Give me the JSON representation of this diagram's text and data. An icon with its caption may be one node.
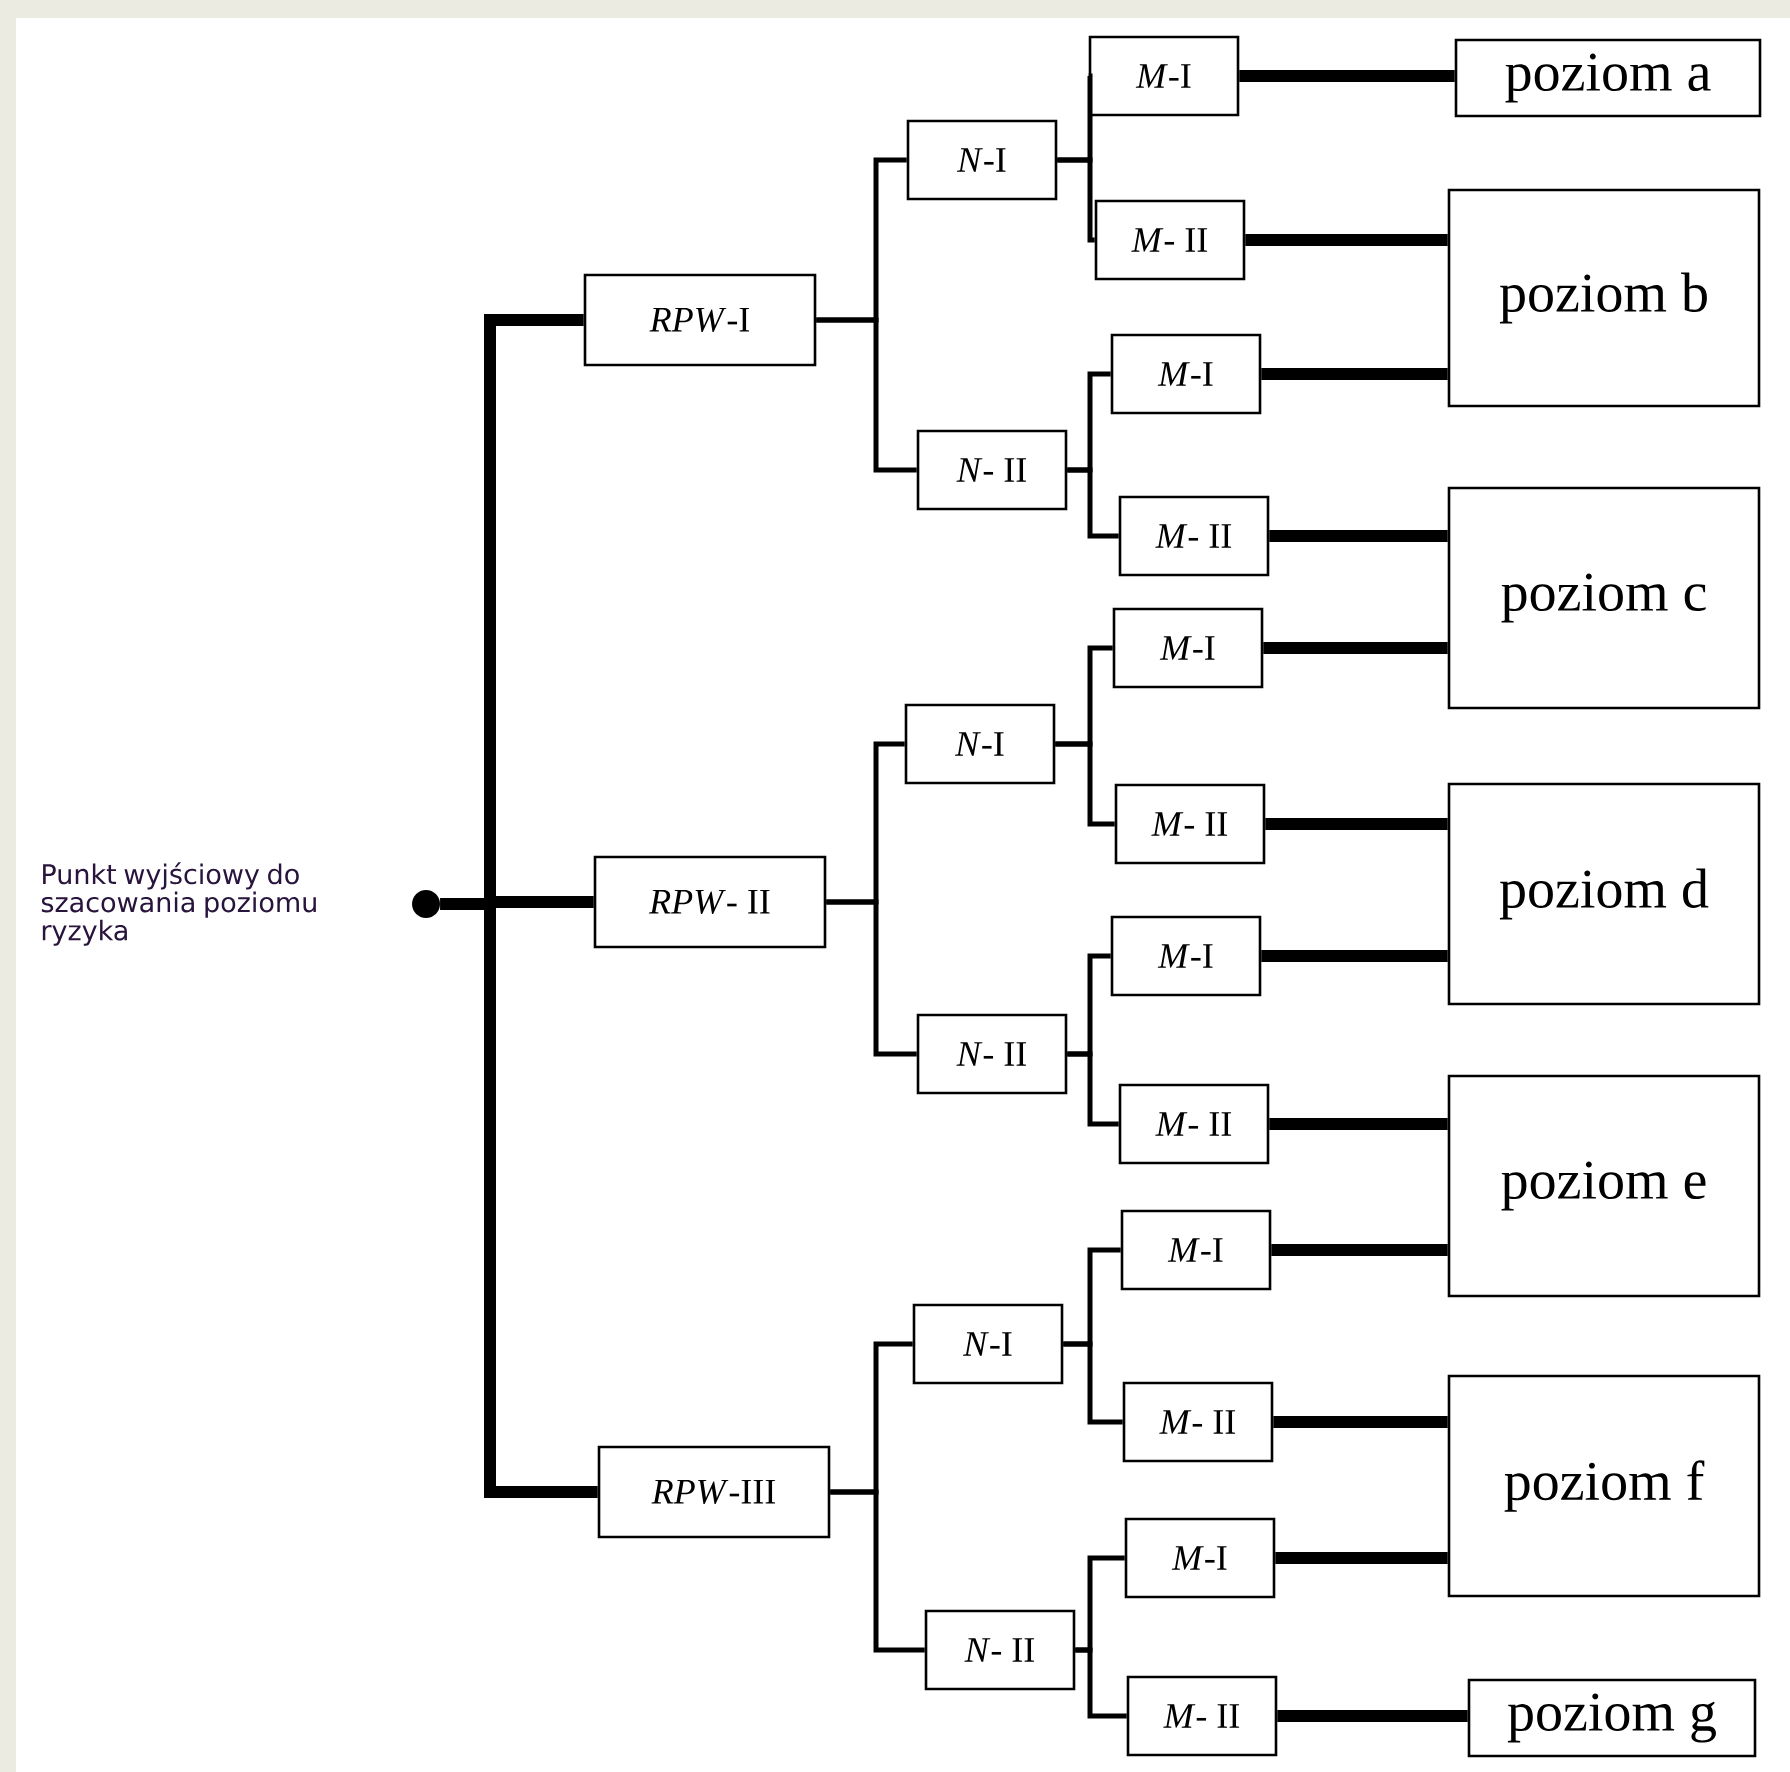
{
  "diagram": {
    "nodes": [
      {
        "text": [],
        "shape": "circle",
        "beside": [
          "Punkt wyjściowy do szacowania poziomu ryzyka"
        ]
      },
      {
        "text": [
          "*RPW*-I"
        ]
      },
      {
        "text": [
          "*N*-I"
        ]
      },
      {
        "text": [
          "*M*-I"
        ]
      },
      {
        "text": [
          "*M*- II"
        ]
      },
      {
        "text": [
          "*N*- II"
        ]
      },
      {
        "text": [
          "*M*-I"
        ]
      },
      {
        "text": [
          "*M*- II"
        ]
      },
      {
        "text": [
          "*RPW*- II"
        ]
      },
      {
        "text": [
          "*N*-I"
        ]
      },
      {
        "text": [
          "*M*-I"
        ]
      },
      {
        "text": [
          "*M*- II"
        ]
      },
      {
        "text": [
          "*N*- II"
        ]
      },
      {
        "text": [
          "*M*-I"
        ]
      },
      {
        "text": [
          "*M*- II"
        ]
      },
      {
        "text": [
          "*RPW*-III"
        ]
      },
      {
        "text": [
          "*N*-I"
        ]
      },
      {
        "text": [
          "*M*-I"
        ]
      },
      {
        "text": [
          "*M*- II"
        ]
      },
      {
        "text": [
          "*N*- II"
        ]
      },
      {
        "text": [
          "*M*-I"
        ]
      },
      {
        "text": [
          "*M*- II"
        ]
      },
      {
        "text": [
          "poziom a"
        ]
      },
      {
        "text": [
          "poziom b"
        ]
      },
      {
        "text": [
          "poziom c"
        ]
      },
      {
        "text": [
          "poziom d"
        ]
      },
      {
        "text": [
          "poziom e"
        ]
      },
      {
        "text": [
          "poziom f"
        ]
      },
      {
        "text": [
          "poziom g"
        ]
      }
    ],
    "edges": [
      {
        "from": 0,
        "to": 1,
        "arrow": "none",
        "style": "thick"
      },
      {
        "from": 0,
        "to": 8,
        "arrow": "none",
        "style": "thick"
      },
      {
        "from": 0,
        "to": 15,
        "arrow": "none",
        "style": "thick"
      },
      {
        "from": 1,
        "to": 2,
        "arrow": "none"
      },
      {
        "from": 1,
        "to": 5,
        "arrow": "none"
      },
      {
        "from": 2,
        "to": 3,
        "arrow": "none"
      },
      {
        "from": 2,
        "to": 4,
        "arrow": "none"
      },
      {
        "from": 5,
        "to": 6,
        "arrow": "none"
      },
      {
        "from": 5,
        "to": 7,
        "arrow": "none"
      },
      {
        "from": 8,
        "to": 9,
        "arrow": "none"
      },
      {
        "from": 8,
        "to": 12,
        "arrow": "none"
      },
      {
        "from": 9,
        "to": 10,
        "arrow": "none"
      },
      {
        "from": 9,
        "to": 11,
        "arrow": "none"
      },
      {
        "from": 12,
        "to": 13,
        "arrow": "none"
      },
      {
        "from": 12,
        "to": 14,
        "arrow": "none"
      },
      {
        "from": 15,
        "to": 16,
        "arrow": "none"
      },
      {
        "from": 15,
        "to": 19,
        "arrow": "none"
      },
      {
        "from": 16,
        "to": 17,
        "arrow": "none"
      },
      {
        "from": 16,
        "to": 18,
        "arrow": "none"
      },
      {
        "from": 19,
        "to": 20,
        "arrow": "none"
      },
      {
        "from": 19,
        "to": 21,
        "arrow": "none"
      },
      {
        "from": 3,
        "to": 22,
        "arrow": "none",
        "style": "thick"
      },
      {
        "from": 4,
        "to": 23,
        "arrow": "none",
        "style": "thick"
      },
      {
        "from": 6,
        "to": 23,
        "arrow": "none",
        "style": "thick"
      },
      {
        "from": 7,
        "to": 24,
        "arrow": "none",
        "style": "thick"
      },
      {
        "from": 10,
        "to": 24,
        "arrow": "none",
        "style": "thick"
      },
      {
        "from": 11,
        "to": 25,
        "arrow": "none",
        "style": "thick"
      },
      {
        "from": 13,
        "to": 25,
        "arrow": "none",
        "style": "thick"
      },
      {
        "from": 14,
        "to": 26,
        "arrow": "none",
        "style": "thick"
      },
      {
        "from": 17,
        "to": 26,
        "arrow": "none",
        "style": "thick"
      },
      {
        "from": 18,
        "to": 27,
        "arrow": "none",
        "style": "thick"
      },
      {
        "from": 20,
        "to": 27,
        "arrow": "none",
        "style": "thick"
      },
      {
        "from": 21,
        "to": 28,
        "arrow": "none",
        "style": "thick"
      }
    ]
  }
}
